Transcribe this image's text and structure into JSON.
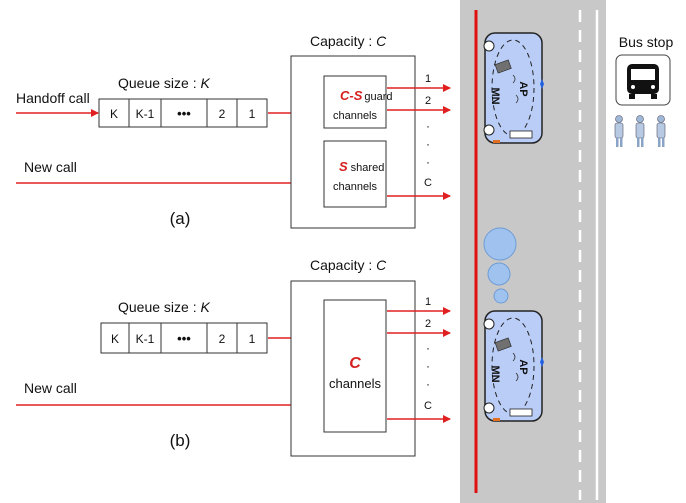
{
  "diagram_a": {
    "queue_label": "Queue size : ",
    "queue_var": "K",
    "capacity_label": "Capacity : ",
    "capacity_var": "C",
    "queue_cells": [
      "K",
      "K-1",
      "•••",
      "2",
      "1"
    ],
    "handoff_label": "Handoff call",
    "newcall_label": "New call",
    "guard_var": "C-S",
    "guard_word": "guard",
    "guard_channels": "channels",
    "shared_var": "S",
    "shared_word": "shared",
    "shared_channels": "channels",
    "outputs": [
      "1",
      "2",
      "·",
      "·",
      "·",
      "C"
    ],
    "caption": "(a)"
  },
  "diagram_b": {
    "queue_label": "Queue size : ",
    "queue_var": "K",
    "capacity_label": "Capacity : ",
    "capacity_var": "C",
    "queue_cells": [
      "K",
      "K-1",
      "•••",
      "2",
      "1"
    ],
    "newcall_label": "New call",
    "channel_var": "C",
    "channel_word": "channels",
    "outputs": [
      "1",
      "2",
      "·",
      "·",
      "·",
      "C"
    ],
    "caption": "(b)"
  },
  "road": {
    "bus_stop_label": "Bus stop",
    "bus_top": {
      "ap_label": "AP",
      "mn_label": "MN"
    },
    "bus_bottom": {
      "ap_label": "AP",
      "mn_label": "MN"
    },
    "colors": {
      "road": "#c8c8c8",
      "lane_red": "#e01010",
      "bus_fill": "#b9cdf7",
      "bubble": "#9fc3ee"
    }
  }
}
